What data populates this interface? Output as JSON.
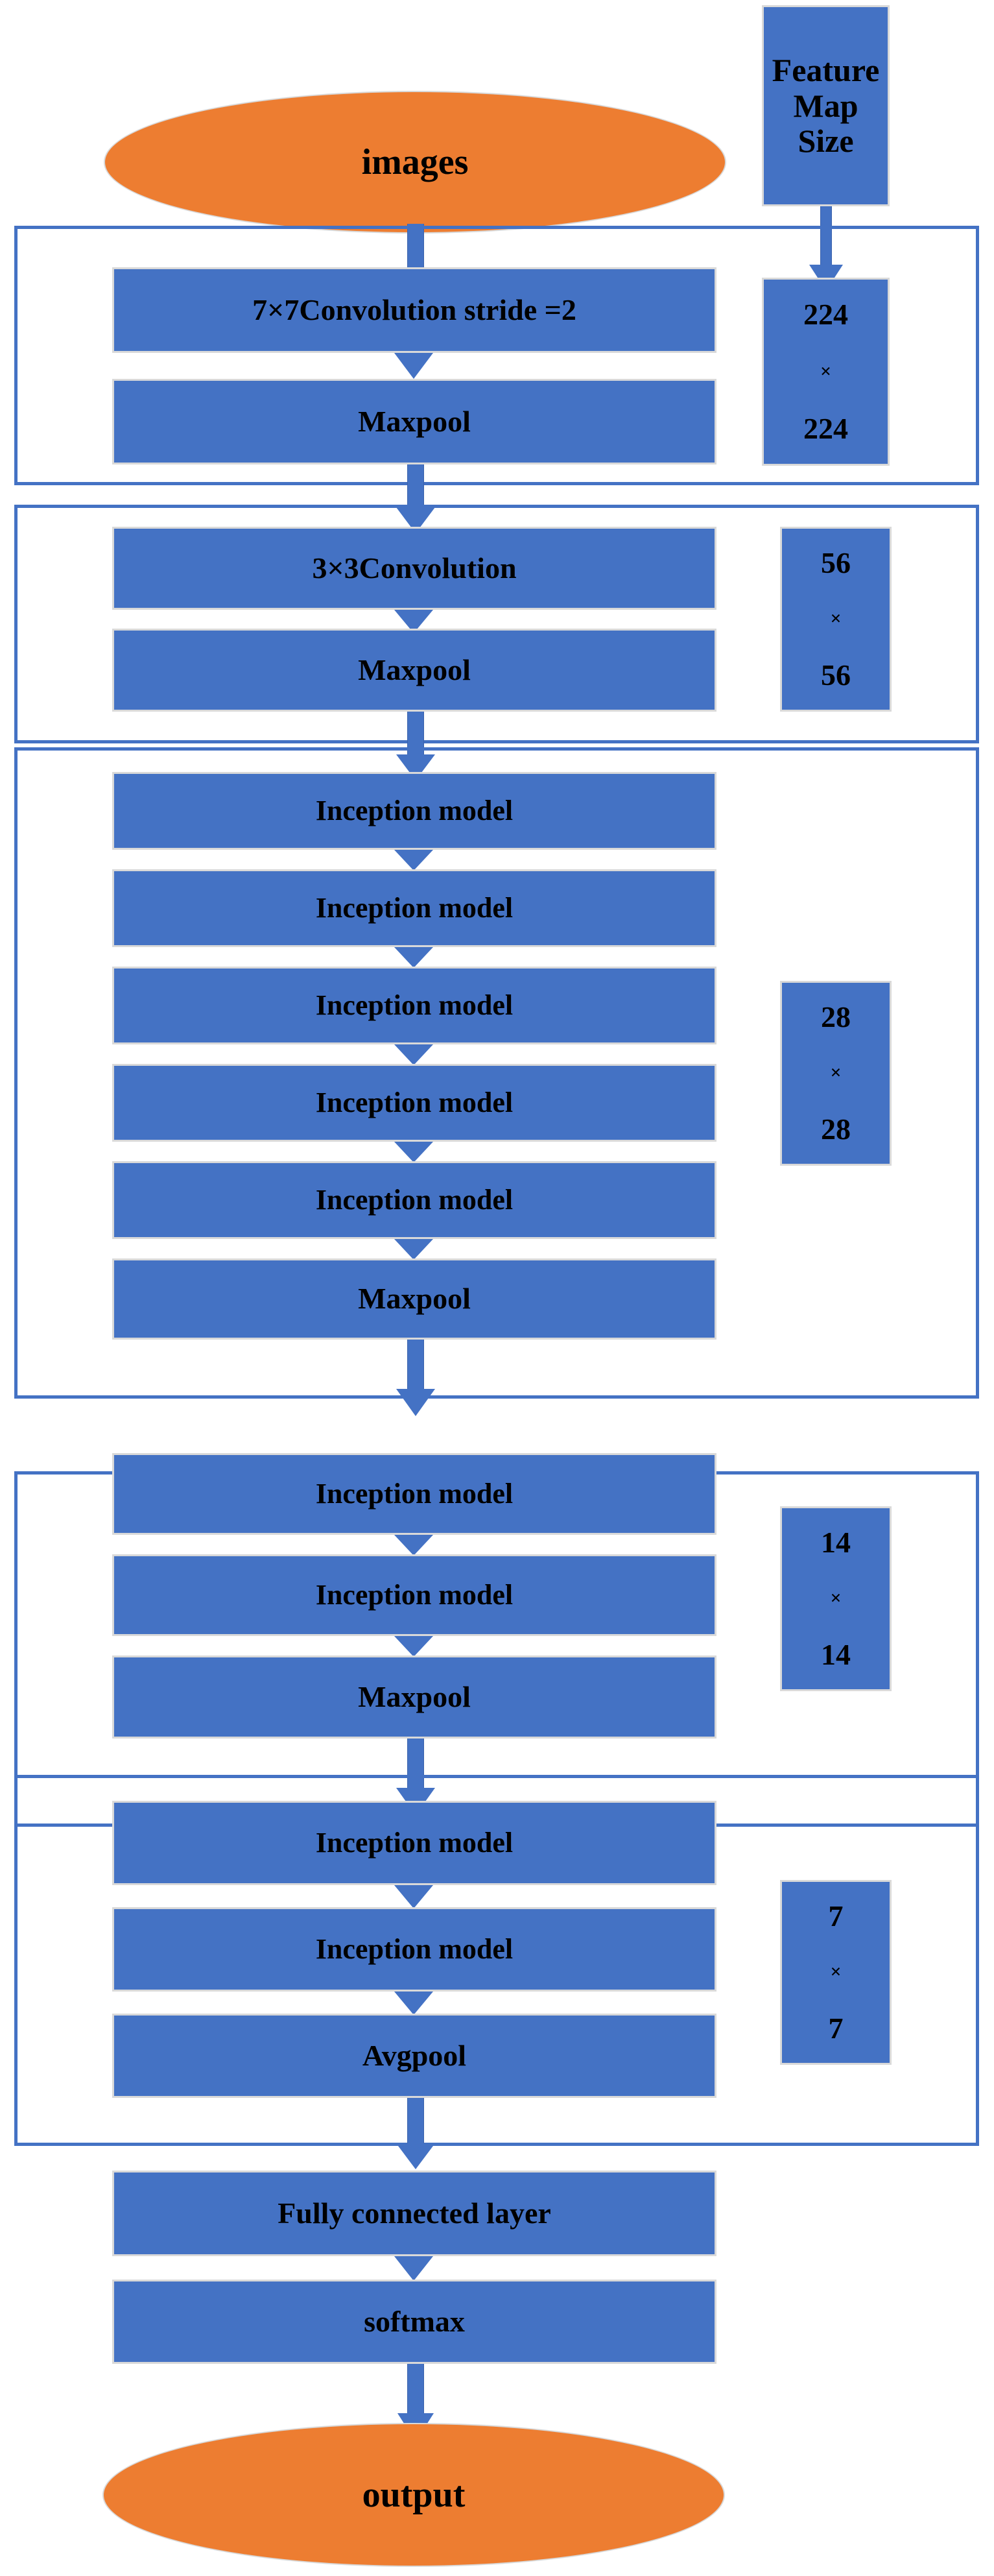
{
  "diagram": {
    "title": "GoogLeNet / Inception network architecture flowchart",
    "colors": {
      "terminal_fill": "#ED7D31",
      "node_fill": "#4472C4",
      "frame_stroke": "#4472C4",
      "node_stroke": "#D9D9D9",
      "text": "#000000"
    },
    "legend_header": {
      "line1": "Feature",
      "line2": "Map",
      "line3": "Size"
    },
    "input_node": {
      "label": "images"
    },
    "output_node": {
      "label": "output"
    },
    "stages": [
      {
        "id": "stage-1",
        "blocks": [
          {
            "label": "7×7Convolution  stride =2"
          },
          {
            "label": "Maxpool"
          }
        ],
        "feature_map": {
          "width": "224",
          "separator": "×",
          "height": "224"
        }
      },
      {
        "id": "stage-2",
        "blocks": [
          {
            "label": "3×3Convolution"
          },
          {
            "label": "Maxpool"
          }
        ],
        "feature_map": {
          "width": "56",
          "separator": "×",
          "height": "56"
        }
      },
      {
        "id": "stage-3",
        "blocks": [
          {
            "label": "Inception model"
          },
          {
            "label": "Inception model"
          },
          {
            "label": "Inception model"
          },
          {
            "label": "Inception model"
          },
          {
            "label": "Inception model"
          },
          {
            "label": "Maxpool"
          }
        ],
        "feature_map": {
          "width": "28",
          "separator": "×",
          "height": "28"
        }
      },
      {
        "id": "stage-4",
        "blocks": [
          {
            "label": "Inception model"
          },
          {
            "label": "Inception model"
          },
          {
            "label": "Maxpool"
          }
        ],
        "feature_map": {
          "width": "14",
          "separator": "×",
          "height": "14"
        }
      },
      {
        "id": "stage-5",
        "blocks": [
          {
            "label": "Inception model"
          },
          {
            "label": "Inception model"
          },
          {
            "label": "Avgpool"
          }
        ],
        "feature_map": {
          "width": "7",
          "separator": "×",
          "height": "7"
        }
      }
    ],
    "tail_blocks": [
      {
        "label": "Fully connected layer"
      },
      {
        "label": "softmax"
      }
    ]
  }
}
